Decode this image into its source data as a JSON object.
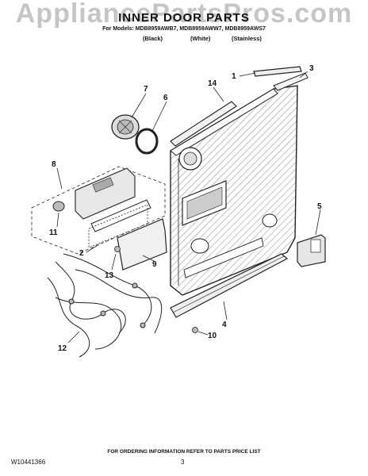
{
  "watermark": "AppliancePartsPros.com",
  "header": {
    "title": "INNER DOOR PARTS",
    "models_line": "For Models: MDB8959AWB7, MDB8959AWW7, MDB8959AWS7",
    "colors": [
      "(Black)",
      "(White)",
      "(Stainless)"
    ]
  },
  "callouts": [
    "1",
    "2",
    "3",
    "4",
    "5",
    "6",
    "7",
    "8",
    "9",
    "10",
    "11",
    "12",
    "13",
    "14"
  ],
  "footer": {
    "ordering_note": "FOR ORDERING INFORMATION REFER TO PARTS PRICE LIST",
    "doc_number": "W10441366",
    "page_number": "3"
  },
  "colors": {
    "line": "#222222",
    "hatch": "#9a9a9a",
    "watermark": "#969696"
  }
}
